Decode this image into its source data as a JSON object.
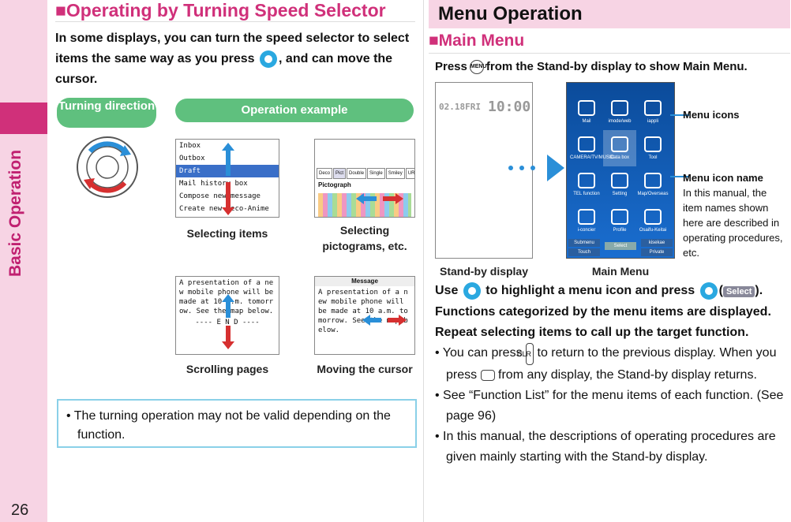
{
  "sidebar": {
    "label": "Basic Operation",
    "page_number": "26"
  },
  "left": {
    "heading": "■Operating by Turning Speed Selector",
    "intro": "In some displays, you can turn the speed selector to select items the same way as you press",
    "intro_tail": ", and can move the cursor.",
    "turning_direction": "Turning direction",
    "operation_example": "Operation example",
    "captions": {
      "selecting_items": "Selecting items",
      "selecting_pictograms": "Selecting pictograms, etc.",
      "scrolling_pages": "Scrolling pages",
      "moving_cursor": "Moving the cursor"
    },
    "screen_items": {
      "list": [
        "Inbox",
        "Outbox",
        "Draft",
        "Mail history box",
        "Compose new message",
        "Create new Deco-Anime"
      ],
      "tabs": [
        "Deco",
        "Pict",
        "Double",
        "Single",
        "Smiley",
        "URL"
      ],
      "pict_title": "Pictograph",
      "mail_text": "A presentation of a new mobile phone will be made at 10 a.m. tomorrow. See the map below.",
      "end": "---- E N D ----",
      "message_title": "Message"
    },
    "note": "The turning operation may not be valid depending on the function."
  },
  "right": {
    "heading": "Menu Operation",
    "subheading": "■Main Menu",
    "press_line_a": "Press",
    "press_line_b": "from the Stand-by display to show Main Menu.",
    "menu_key": "MENU",
    "standby_caption": "Stand-by display",
    "mainmenu_caption": "Main Menu",
    "standby_date": "02.18FRI",
    "standby_time": "10:00",
    "menu_items": [
      "Mail",
      "imode/web",
      "iappli",
      "CAMERA/TV/MUSIC",
      "Data box",
      "Tool",
      "TEL function",
      "Setting",
      "Map/Overseas",
      "i-concier",
      "Profile",
      "Osaifu-Keitai"
    ],
    "soft_keys": [
      "Submenu",
      "Select",
      "kisekae",
      "Touch",
      "Private"
    ],
    "callout_icons": "Menu icons",
    "callout_name": "Menu icon name",
    "callout_desc": "In this manual, the item names shown here are described in operating procedures, etc.",
    "use_line_a": "Use",
    "use_line_b": "to highlight a menu icon and press",
    "use_line_c": "(",
    "select_label": "Select",
    "use_line_d": "). Functions categorized by the menu items are displayed.",
    "repeat_line": "Repeat selecting items to call up the target function.",
    "bullet1_a": "You can press",
    "clr_key": "CLR",
    "bullet1_b": "to return to the previous display. When you press",
    "bullet1_c": "from any display, the Stand-by display returns.",
    "bullet2": "See “Function List” for the menu items of each function. (See page 96)",
    "bullet3": "In this manual, the descriptions of operating procedures are given mainly starting with the Stand-by display."
  }
}
